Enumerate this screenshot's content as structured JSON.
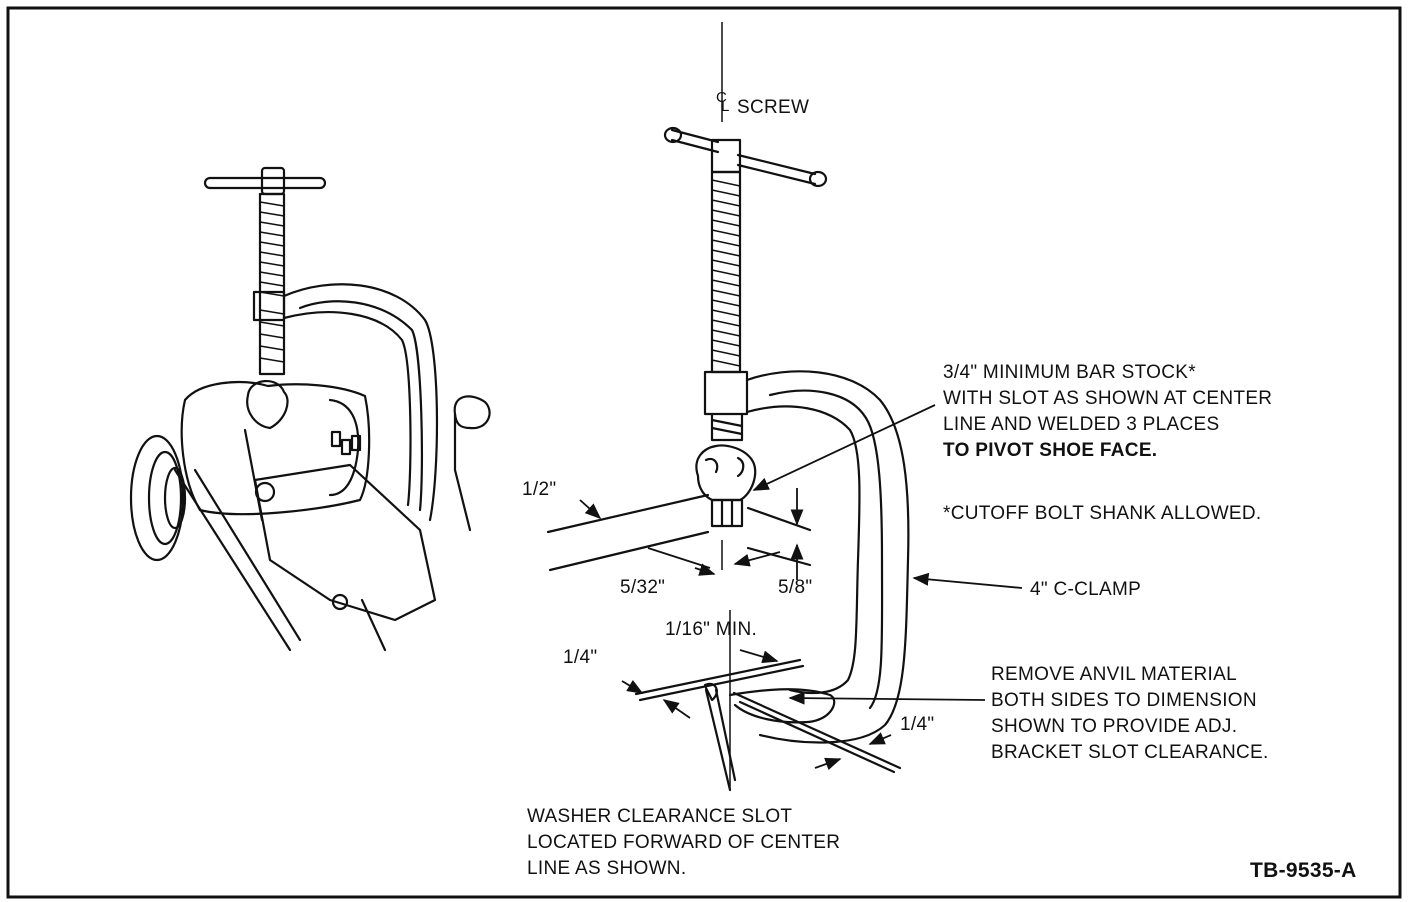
{
  "centerline": {
    "c": "C",
    "l": "L",
    "text": "SCREW"
  },
  "bar_stock_note": {
    "line1": "3/4\" MINIMUM BAR STOCK*",
    "line2": "WITH SLOT AS SHOWN AT CENTER",
    "line3": "LINE AND WELDED 3 PLACES",
    "line4": "TO PIVOT SHOE FACE."
  },
  "cutoff_note": "*CUTOFF BOLT SHANK ALLOWED.",
  "clamp_label": "4\" C-CLAMP",
  "dims": {
    "half": "1/2\"",
    "five_32": "5/32\"",
    "five_8": "5/8\"",
    "one_16_min": "1/16\" MIN.",
    "quarter_left": "1/4\"",
    "quarter_right": "1/4\""
  },
  "anvil_note": {
    "line1": "REMOVE ANVIL MATERIAL",
    "line2": "BOTH SIDES TO DIMENSION",
    "line3": "SHOWN TO PROVIDE ADJ.",
    "line4": "BRACKET SLOT CLEARANCE."
  },
  "washer_note": {
    "line1": "WASHER CLEARANCE SLOT",
    "line2": "LOCATED FORWARD OF CENTER",
    "line3": "LINE AS SHOWN."
  },
  "figure_id": "TB-9535-A"
}
